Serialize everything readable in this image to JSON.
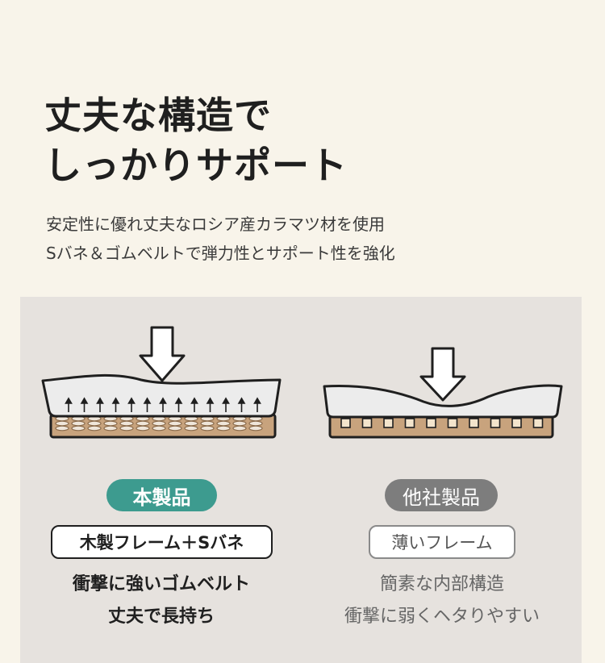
{
  "heading": {
    "line1": "丈夫な構造で",
    "line2": "しっかりサポート"
  },
  "description": {
    "line1": "安定性に優れ丈夫なロシア産カラマツ材を使用",
    "line2": "Sバネ＆ゴムベルトで弾力性とサポート性を強化"
  },
  "comparison": {
    "ours": {
      "badge": "本製品",
      "label": "木製フレーム＋Sバネ",
      "notes": [
        "衝撃に強いゴムベルト",
        "丈夫で長持ち"
      ],
      "illustration_icons": [
        "down-arrow-icon",
        "mattress-icon",
        "up-arrows-icon",
        "s-spring-icon"
      ]
    },
    "other": {
      "badge": "他社製品",
      "label": "薄いフレーム",
      "notes": [
        "簡素な内部構造",
        "衝撃に弱くヘタりやすい"
      ],
      "illustration_icons": [
        "down-arrow-icon",
        "sagging-mattress-icon",
        "thin-frame-icon"
      ]
    }
  },
  "colors": {
    "background": "#f8f4ea",
    "panel": "#e6e2de",
    "ours_badge": "#3d9b8f",
    "other_badge": "#7d7d7d",
    "wood": "#c8a37d"
  }
}
